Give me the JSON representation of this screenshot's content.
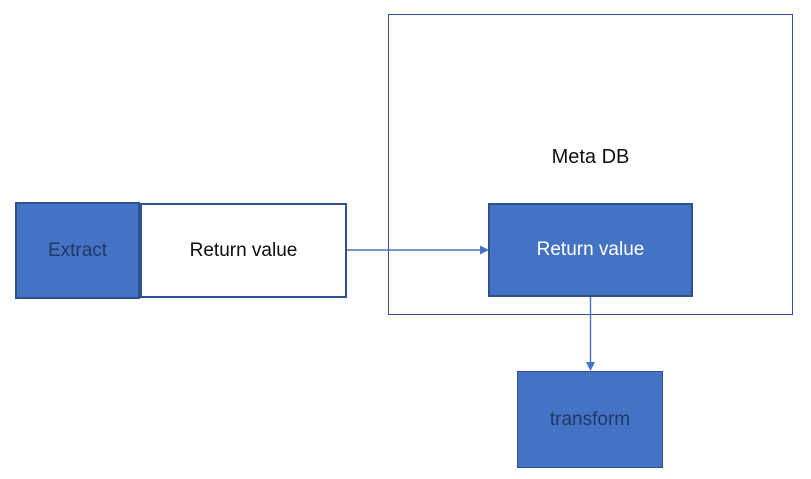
{
  "diagram": {
    "container": {
      "label": "Meta DB"
    },
    "nodes": {
      "extract": {
        "label": "Extract"
      },
      "return_value_left": {
        "label": "Return value"
      },
      "return_value_db": {
        "label": "Return value"
      },
      "transform": {
        "label": "transform"
      }
    },
    "edges": [
      {
        "from": "return_value_left",
        "to": "return_value_db",
        "direction": "right"
      },
      {
        "from": "return_value_db",
        "to": "transform",
        "direction": "down"
      }
    ],
    "colors": {
      "node_fill": "#4472C4",
      "node_border": "#2F528F",
      "container_border": "#2E5395",
      "arrow": "#4472C4",
      "dark_node_text": "#1F3864",
      "light_node_text": "#FFFFFF",
      "plain_text": "#0D0D0D"
    }
  }
}
